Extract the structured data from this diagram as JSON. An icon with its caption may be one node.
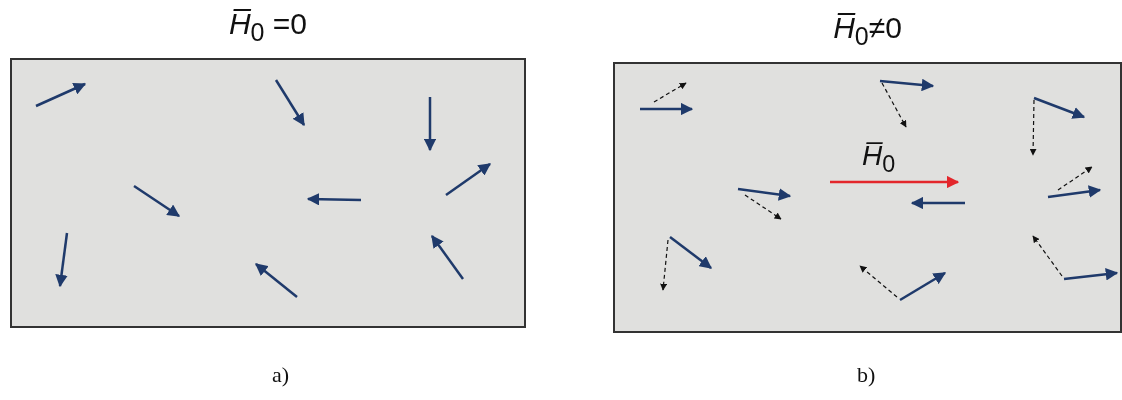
{
  "diagram": {
    "nodes": [
      {
        "text": [
          "*H̅*$_{0}$ =0"
        ]
      },
      {
        "text": [
          "*H̅*$_{0}$≠0"
        ]
      }
    ],
    "labels": [
      "*H̅*$_{0}$",
      "a)",
      "b)"
    ]
  }
}
